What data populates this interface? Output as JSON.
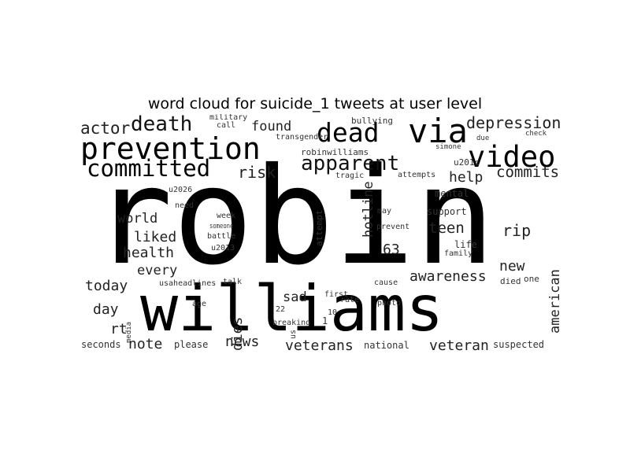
{
  "title": "word cloud for suicide_1 tweets at user level",
  "words": [
    {
      "text": "robin",
      "c": "#000000"
    },
    {
      "text": "williams",
      "c": "#000000"
    },
    {
      "text": "prevention",
      "c": "#000000"
    },
    {
      "text": "dead",
      "c": "#000000"
    },
    {
      "text": "via",
      "c": "#000000"
    },
    {
      "text": "video",
      "c": "#000000"
    },
    {
      "text": "committed",
      "c": "#000000"
    },
    {
      "text": "death",
      "c": "#111111"
    },
    {
      "text": "apparent",
      "c": "#111111"
    },
    {
      "text": "depression",
      "c": "#222222"
    },
    {
      "text": "actor",
      "c": "#222222"
    },
    {
      "text": "found",
      "c": "#222222"
    },
    {
      "text": "risk",
      "c": "#222222"
    },
    {
      "text": "commits",
      "c": "#222222"
    },
    {
      "text": "help",
      "c": "#222222"
    },
    {
      "text": "world",
      "c": "#222222"
    },
    {
      "text": "liked",
      "c": "#222222"
    },
    {
      "text": "health",
      "c": "#222222"
    },
    {
      "text": "every",
      "c": "#222222"
    },
    {
      "text": "hotline",
      "c": "#222222"
    },
    {
      "text": "teen",
      "c": "#222222"
    },
    {
      "text": "rip",
      "c": "#222222"
    },
    {
      "text": "63",
      "c": "#222222"
    },
    {
      "text": "new",
      "c": "#222222"
    },
    {
      "text": "awareness",
      "c": "#222222"
    },
    {
      "text": "today",
      "c": "#222222"
    },
    {
      "text": "day",
      "c": "#222222"
    },
    {
      "text": "rt",
      "c": "#222222"
    },
    {
      "text": "dies",
      "c": "#222222"
    },
    {
      "text": "sad",
      "c": "#222222"
    },
    {
      "text": "american",
      "c": "#222222"
    },
    {
      "text": "note",
      "c": "#222222"
    },
    {
      "text": "news",
      "c": "#222222"
    },
    {
      "text": "veterans",
      "c": "#222222"
    },
    {
      "text": "veteran",
      "c": "#222222"
    },
    {
      "text": "national",
      "c": "#333333"
    },
    {
      "text": "suspected",
      "c": "#333333"
    },
    {
      "text": "seconds",
      "c": "#333333"
    },
    {
      "text": "please",
      "c": "#333333"
    },
    {
      "text": "life",
      "c": "#333333"
    },
    {
      "text": "mental",
      "c": "#333333"
    },
    {
      "text": "support",
      "c": "#333333"
    },
    {
      "text": "robinwilliams",
      "c": "#333333"
    },
    {
      "text": "military",
      "c": "#333333"
    },
    {
      "text": "call",
      "c": "#333333"
    },
    {
      "text": "bullying",
      "c": "#333333"
    },
    {
      "text": "transgender",
      "c": "#333333"
    },
    {
      "text": "tragic",
      "c": "#333333"
    },
    {
      "text": "attempts",
      "c": "#333333"
    },
    {
      "text": "simone",
      "c": "#333333"
    },
    {
      "text": "u201c",
      "c": "#333333"
    },
    {
      "text": "due",
      "c": "#333333"
    },
    {
      "text": "check",
      "c": "#333333"
    },
    {
      "text": "u2026",
      "c": "#333333"
    },
    {
      "text": "need",
      "c": "#333333"
    },
    {
      "text": "week",
      "c": "#333333"
    },
    {
      "text": "someone",
      "c": "#333333"
    },
    {
      "text": "battle",
      "c": "#333333"
    },
    {
      "text": "u2013",
      "c": "#333333"
    },
    {
      "text": "attempt",
      "c": "#333333"
    },
    {
      "text": "may",
      "c": "#333333"
    },
    {
      "text": "prevent",
      "c": "#333333"
    },
    {
      "text": "family",
      "c": "#333333"
    },
    {
      "text": "died",
      "c": "#333333"
    },
    {
      "text": "one",
      "c": "#333333"
    },
    {
      "text": "cause",
      "c": "#333333"
    },
    {
      "text": "photo",
      "c": "#333333"
    },
    {
      "text": "first",
      "c": "#333333"
    },
    {
      "text": "rate",
      "c": "#333333"
    },
    {
      "text": "10",
      "c": "#333333"
    },
    {
      "text": "breaking",
      "c": "#333333"
    },
    {
      "text": "us",
      "c": "#333333"
    },
    {
      "text": "22",
      "c": "#333333"
    },
    {
      "text": "1",
      "c": "#333333"
    },
    {
      "text": "age",
      "c": "#333333"
    },
    {
      "text": "talk",
      "c": "#333333"
    },
    {
      "text": "usaheadlines",
      "c": "#333333"
    },
    {
      "text": "media",
      "c": "#333333"
    }
  ]
}
